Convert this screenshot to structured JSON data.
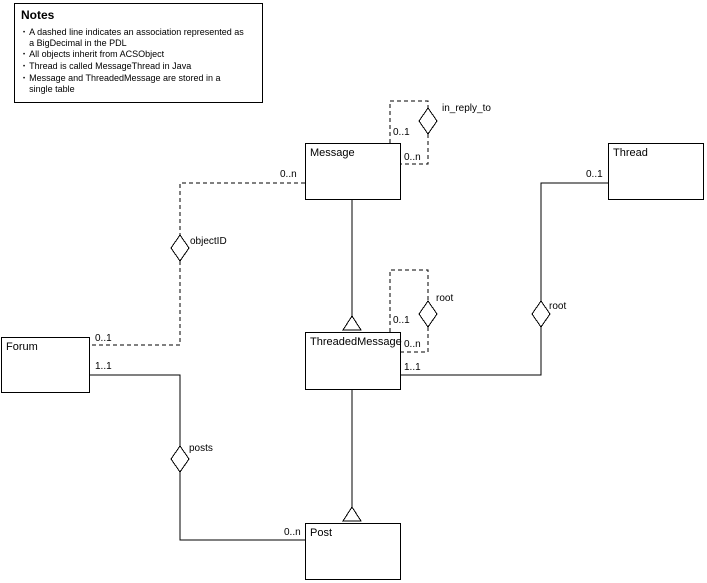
{
  "notes": {
    "title": "Notes",
    "bullet": "•",
    "items": [
      "A dashed line indicates an association represented as a BigDecimal in the PDL",
      "All objects inherit from ACSObject",
      "Thread is called MessageThread in Java",
      "Message and ThreadedMessage are stored in a single table"
    ]
  },
  "entities": {
    "message": {
      "label": "Message"
    },
    "thread": {
      "label": "Thread"
    },
    "forum": {
      "label": "Forum"
    },
    "threaded_message": {
      "label": "ThreadedMessage"
    },
    "post": {
      "label": "Post"
    }
  },
  "associations": {
    "in_reply_to": {
      "name": "in_reply_to",
      "m_near": "0..1",
      "m_far": "0..n"
    },
    "object_id": {
      "name": "objectID",
      "m_message": "0..n",
      "m_forum": "0..1"
    },
    "root_self": {
      "name": "root",
      "m_near": "0..1",
      "m_far": "0..n"
    },
    "root_thread": {
      "name": "root",
      "m_thread": "0..1",
      "m_threaded_message": "1..1"
    },
    "posts": {
      "name": "posts",
      "m_forum": "1..1",
      "m_post": "0..n"
    }
  },
  "colors": {
    "line": "#000000",
    "background": "#ffffff"
  }
}
